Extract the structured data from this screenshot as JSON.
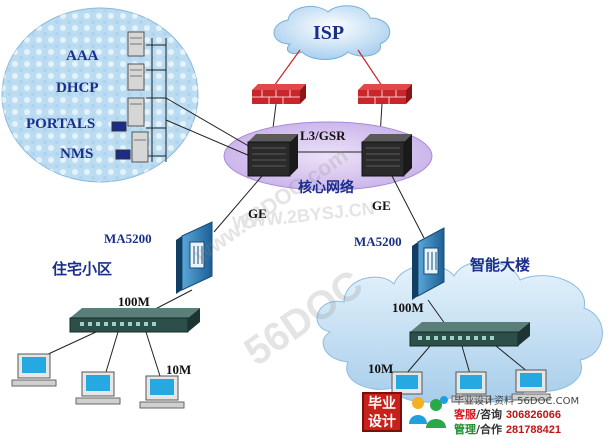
{
  "nodes": {
    "isp": "ISP",
    "aaa": "AAA",
    "dhcp": "DHCP",
    "portals": "PORTALS",
    "nms": "NMS",
    "core_router": "L3/GSR",
    "core_network": "核心网络",
    "ge_left": "GE",
    "ge_right": "GE",
    "ma_left": "MA5200",
    "ma_right": "MA5200",
    "residential": "住宅小区",
    "smart_building": "智能大楼",
    "speed_100m_left": "100M",
    "speed_100m_right": "100M",
    "speed_10m_left": "10M",
    "speed_10m_right": "10M"
  },
  "watermarks": {
    "wm1": "www.56DOC.com",
    "wm2": "WWW.2BYSJ.CN",
    "wm3": "56DOC"
  },
  "footer": {
    "logo_line1": "毕业",
    "logo_line2": "设计",
    "site": "毕业设计资料 56DOC.COM",
    "kefu_label": "客服",
    "kefu_suffix": "/咨询",
    "kefu_number": "306826066",
    "guanli_label": "管理",
    "guanli_suffix": "/合作",
    "guanli_number": "281788421"
  },
  "colors": {
    "cloud_fill": "#c7e4f6",
    "cloud_stroke": "#7aaed6",
    "core_ellipse": "#d5c2ee",
    "firewall": "#c8262a",
    "switch_body": "#2c4f4a",
    "line": "#1a1a1a"
  }
}
